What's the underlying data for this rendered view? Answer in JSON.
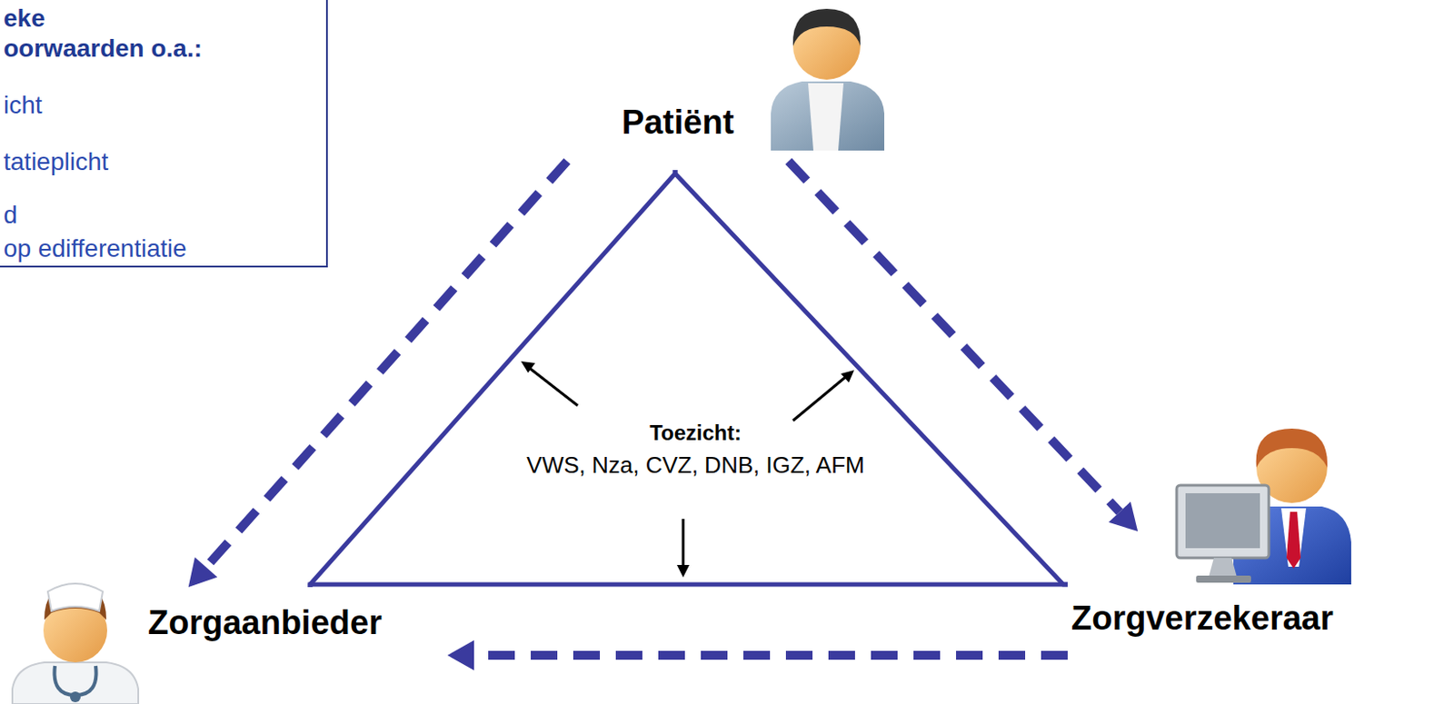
{
  "diagram": {
    "nodes": [
      {
        "text": [
          "eke oorwaarden o.a.:",
          "icht",
          "tatieplicht",
          "d op edifferentiatie"
        ]
      },
      {
        "text": [
          "Patiënt"
        ]
      },
      {
        "text": [
          "Zorgaanbieder"
        ]
      },
      {
        "text": [
          "Zorgverzekeraar"
        ]
      }
    ],
    "edges": [
      {
        "from": 1,
        "to": 2,
        "arrow": "none"
      },
      {
        "from": 1,
        "to": 3,
        "arrow": "none"
      },
      {
        "from": 2,
        "to": 3,
        "arrow": "none"
      },
      {
        "from": 1,
        "to": 2,
        "arrow": "to"
      },
      {
        "from": 1,
        "to": 3,
        "arrow": "to"
      },
      {
        "from": 3,
        "to": 2,
        "arrow": "to"
      }
    ],
    "labels": [
      "Toezicht:",
      "VWS, Nza, CVZ, DNB, IGZ, AFM"
    ]
  }
}
